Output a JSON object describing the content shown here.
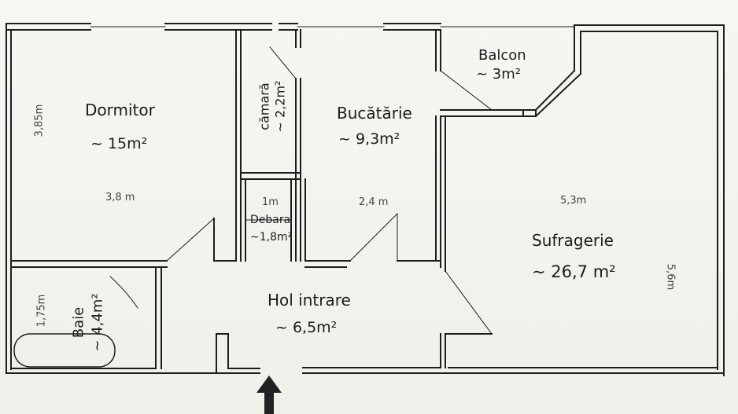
{
  "plan": {
    "rooms": [
      {
        "id": "dormitor",
        "name": "Dormitor",
        "area": "~ 15m²"
      },
      {
        "id": "camara",
        "name": "cămară",
        "area": "~ 2,2m²"
      },
      {
        "id": "bucatarie",
        "name": "Bucătărie",
        "area": "~ 9,3m²"
      },
      {
        "id": "balcon",
        "name": "Balcon",
        "area": "~ 3m²"
      },
      {
        "id": "debara",
        "name": "Debara",
        "area": "~1,8m²"
      },
      {
        "id": "sufragerie",
        "name": "Sufragerie",
        "area": "~ 26,7 m²"
      },
      {
        "id": "baie",
        "name": "Baie",
        "area": "~ 4,4m²"
      },
      {
        "id": "hol",
        "name": "Hol intrare",
        "area": "~ 6,5m²"
      }
    ],
    "dimensions": {
      "dormitor_height": "3,85m",
      "dormitor_width": "3,8 m",
      "debara_width": "1m",
      "bucatarie_width": "2,4 m",
      "sufragerie_width": "5,3m",
      "sufragerie_height": "5,6m",
      "baie_height": "1,75m"
    }
  },
  "colors": {
    "wall": "#1d1d1d",
    "paper": "#f4f2ee"
  }
}
